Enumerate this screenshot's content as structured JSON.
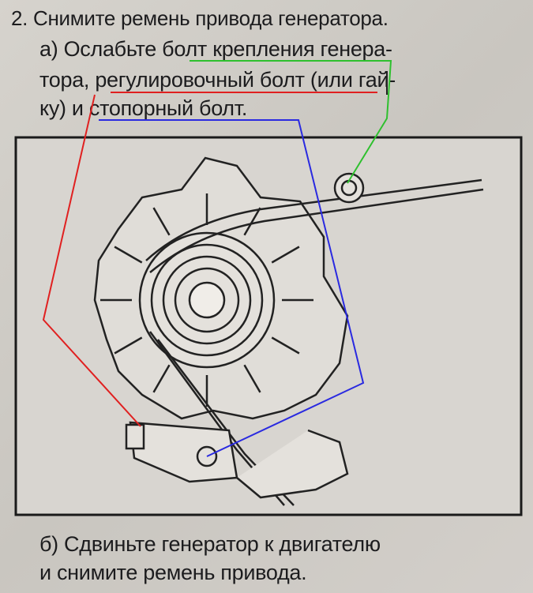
{
  "step": {
    "heading": "2. Снимите ремень привода генератора.",
    "a_lines": [
      "а) Ослабьте болт крепления генера-",
      "тора, регулировочный болт (или гай-",
      "ку) и стопорный болт."
    ],
    "b_lines": [
      "б) Сдвиньте генератор к двигателю",
      "и снимите ремень привода."
    ]
  },
  "annotations": {
    "mounting_bolt_color": "#2ec02e",
    "adjusting_bolt_color": "#e02020",
    "lock_bolt_color": "#2a2ae0"
  }
}
